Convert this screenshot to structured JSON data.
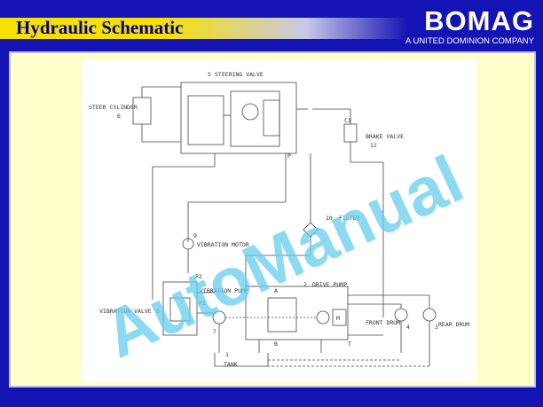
{
  "header": {
    "title": "Hydraulic Schematic",
    "logo": "BOMAG",
    "logo_subtitle": "A UNITED DOMINION COMPANY"
  },
  "components": {
    "steering_valve": {
      "num": "5",
      "label": "STEERING VALVE"
    },
    "steer_cylinder": {
      "num": "6",
      "label": "STEER CYLINDER"
    },
    "brake_valve": {
      "num": "11",
      "label": "BRAKE VALVE"
    },
    "filter": {
      "num": "10",
      "label": "FILTER"
    },
    "vibration_motor": {
      "num": "9",
      "label": "VIBRATION MOTOR"
    },
    "vibration_pump": {
      "num": "7",
      "label": "VIBRATION PUMP"
    },
    "vibration_valve": {
      "num": "8",
      "label": "VIBRATION VALVE"
    },
    "drive_pump": {
      "num": "2",
      "label": "DRIVE PUMP"
    },
    "front_drum": {
      "num": "4",
      "label": "FRONT DRUM"
    },
    "rear_drum": {
      "num": "3",
      "label": "REAR DRUM"
    },
    "tank": {
      "num": "1",
      "label": "TANK"
    }
  },
  "port_labels": {
    "p2": "P2",
    "p1": "P1",
    "a": "A",
    "b": "B",
    "t": "T",
    "p": "P",
    "m": "M",
    "c1": "C1"
  },
  "watermark": "AutoManual",
  "colors": {
    "background": "#1414b4",
    "title": "#00008a",
    "frame": "#ffffcc",
    "watermark": "#66ccee"
  }
}
